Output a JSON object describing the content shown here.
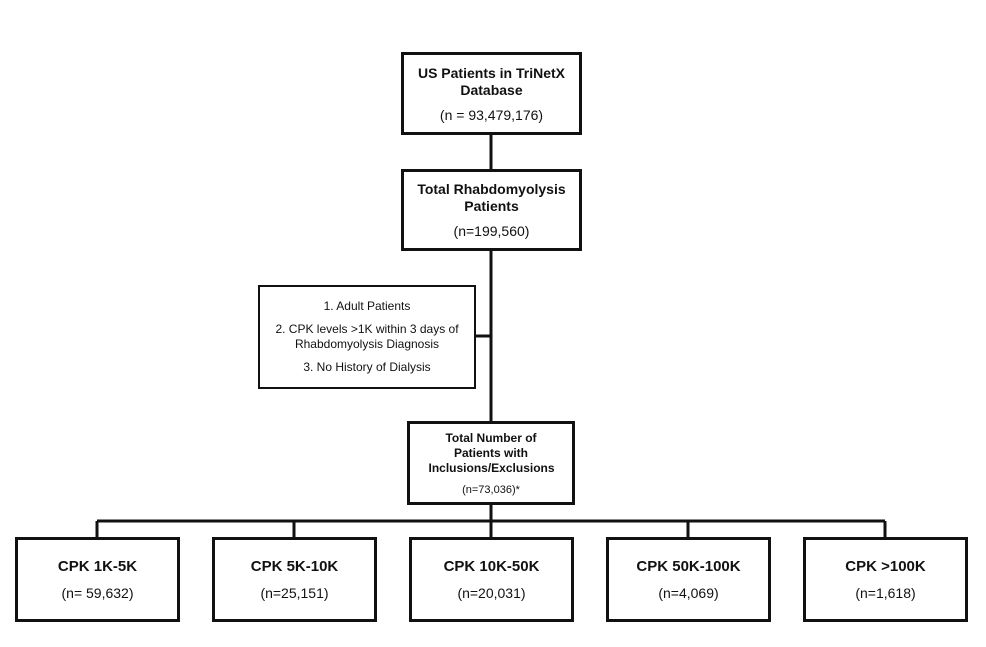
{
  "boxes": {
    "source": {
      "title": "US Patients in TriNetX Database",
      "count": "(n = 93,479,176)"
    },
    "rhabdo": {
      "title": "Total Rhabdomyolysis Patients",
      "count": "(n=199,560)"
    },
    "criteria": {
      "items": [
        "1. Adult Patients",
        "2. CPK levels >1K within 3 days of Rhabdomyolysis Diagnosis",
        "3. No History of Dialysis"
      ]
    },
    "final": {
      "title": "Total Number of Patients with Inclusions/Exclusions",
      "count": "(n=73,036)*"
    }
  },
  "groups": [
    {
      "title": "CPK 1K-5K",
      "count": "(n= 59,632)"
    },
    {
      "title": "CPK 5K-10K",
      "count": "(n=25,151)"
    },
    {
      "title": "CPK 10K-50K",
      "count": "(n=20,031)"
    },
    {
      "title": "CPK 50K-100K",
      "count": "(n=4,069)"
    },
    {
      "title": "CPK >100K",
      "count": "(n=1,618)"
    }
  ],
  "colors": {
    "line": "#111111",
    "box_fill": "#ffffff"
  }
}
